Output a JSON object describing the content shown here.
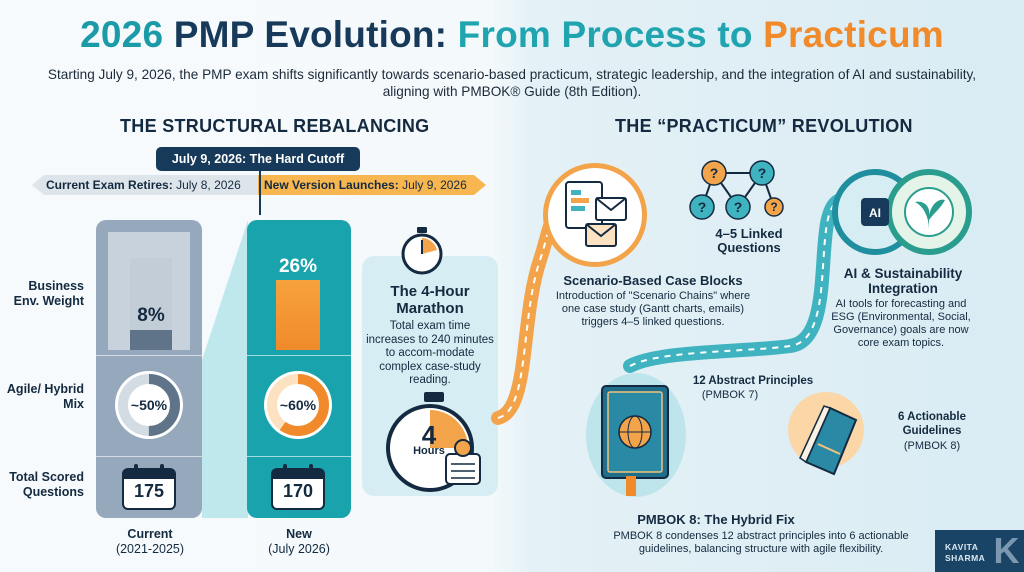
{
  "header": {
    "title_year": "2026",
    "title_pmp": "PMP Evolution:",
    "title_from": "From Process to",
    "title_practicum": "Practicum",
    "subtitle": "Starting July 9, 2026, the PMP exam shifts significantly towards scenario-based practicum, strategic leadership, and the integration of AI and sustainability, aligning with PMBOK® Guide (8th Edition)."
  },
  "left": {
    "heading": "THE STRUCTURAL REBALANCING",
    "cutoff": "July 9, 2026: The Hard Cutoff",
    "retire_label": "Current Exam Retires:",
    "retire_date": "July 8, 2026",
    "launch_label": "New Version Launches:",
    "launch_date": "July 9, 2026",
    "row_business": "Business Env. Weight",
    "row_agile": "Agile/ Hybrid Mix",
    "row_total": "Total Scored Questions",
    "current": {
      "business_weight": "8%",
      "business_weight_value": 8,
      "agile_mix": "~50%",
      "agile_mix_value": 50,
      "total_questions": "175",
      "label": "Current",
      "period": "(2021-2025)"
    },
    "new": {
      "business_weight": "26%",
      "business_weight_value": 26,
      "agile_mix": "~60%",
      "agile_mix_value": 60,
      "total_questions": "170",
      "label": "New",
      "period": "(July 2026)"
    },
    "marathon": {
      "title": "The 4-Hour Marathon",
      "text": "Total exam time increases to 240 minutes to accom-modate complex case-study reading.",
      "stopwatch_number": "4",
      "stopwatch_unit": "Hours"
    }
  },
  "right": {
    "heading": "THE “PRACTICUM” REVOLUTION",
    "linked_questions": "4–5 Linked Questions",
    "case_title": "Scenario-Based Case Blocks",
    "case_text": "Introduction of \"Scenario Chains\" where one case study (Gantt charts, emails) triggers 4–5 linked questions.",
    "ai_title": "AI & Sustainability Integration",
    "ai_text": "AI tools for forecasting and ESG (Environmental, Social, Governance) goals are now core exam topics.",
    "ai_badge": "AI",
    "principles_title": "12 Abstract Principles",
    "principles_sub": "(PMBOK 7)",
    "guidelines_title": "6 Actionable Guidelines",
    "guidelines_sub": "(PMBOK 8)",
    "fix_title": "PMBOK 8: The Hybrid Fix",
    "fix_text": "PMBOK 8 condenses 12 abstract principles into 6 actionable guidelines, balancing structure with agile flexibility."
  },
  "logo": {
    "line1": "KAVITA",
    "line2": "SHARMA",
    "mark": "K"
  },
  "colors": {
    "navy": "#173a5a",
    "teal": "#18a3ad",
    "orange": "#f08a2a",
    "slate": "#96a8bb"
  }
}
